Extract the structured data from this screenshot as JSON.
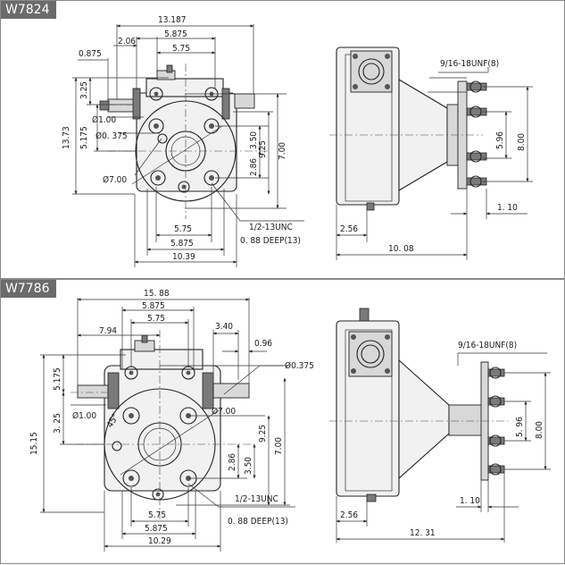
{
  "panels": [
    {
      "model": "W7824",
      "front_dims": {
        "overall_width": "13.187",
        "top_a": "2.06",
        "top_b": "5.875",
        "top_c": "5.75",
        "left_offset": "0.875",
        "upper_height": "3.25",
        "mid_height": "5.175",
        "shaft_dia": "Ø1.00",
        "hole_dia": "Ø0. 375",
        "total_height": "13.73",
        "bolt_v": "3.50",
        "bolt_h": "2.86",
        "center_a": "9.25",
        "center_b": "7.00",
        "bore": "Ø7.00",
        "bolt_spacing": "5.75",
        "base_b": "5.875",
        "base_width": "10.39"
      },
      "tap_spec": "1/2-13UNC",
      "tap_depth": "0. 88 DEEP(13)",
      "side_dims": {
        "flange_thread": "9/16-18UNF(8)",
        "bolt_circle_a": "5.96",
        "bolt_circle_b": "8.00",
        "flange_thk": "1. 10",
        "base_offset": "2.56",
        "overall_length": "10. 08"
      }
    },
    {
      "model": "W7786",
      "front_dims": {
        "overall_width": "15. 88",
        "top_b": "5.875",
        "top_c": "5.75",
        "left_width": "7.94",
        "right_a": "3.40",
        "right_b": "0.96",
        "hole_dia": "Ø0.375",
        "upper_height": "5.175",
        "total_height": "15.15",
        "lower_height": "3. 25",
        "shaft_dia": "Ø1.00",
        "bore": "Ø7.00",
        "angle": "45°",
        "center_a": "9.25",
        "center_b": "7.00",
        "bolt_h": "2.86",
        "bolt_v": "3.50",
        "bolt_spacing": "5.75",
        "base_b": "5.875",
        "base_width": "10.29"
      },
      "tap_spec": "1/2-13UNC",
      "tap_depth": "0. 88 DEEP(13)",
      "side_dims": {
        "flange_thread": "9/16-18UNF(8)",
        "bolt_circle_a": "5. 96",
        "bolt_circle_b": "8.00",
        "flange_thk": "1. 10",
        "base_offset": "2.56",
        "overall_length": "12. 31"
      }
    }
  ]
}
